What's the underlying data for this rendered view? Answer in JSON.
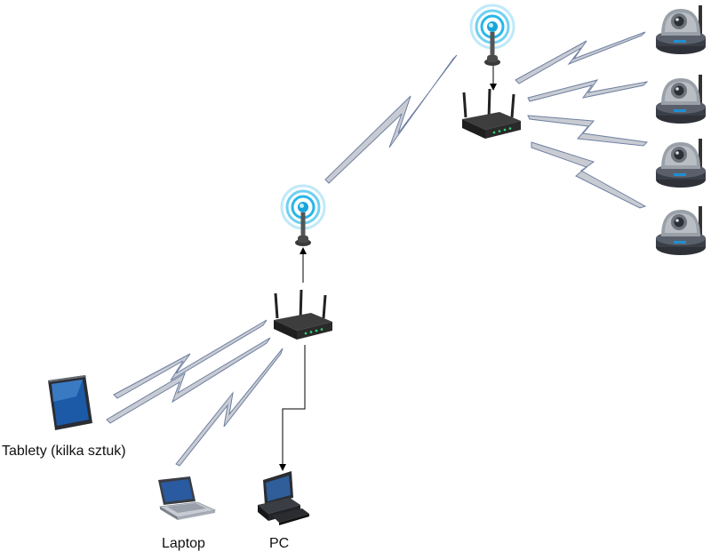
{
  "labels": {
    "tablets": "Tablety (kilka sztuk)",
    "laptop": "Laptop",
    "pc": "PC"
  },
  "colors": {
    "wireless_link": "#c8ccd2",
    "wireless_link_stroke": "#6f7fa3",
    "antenna_ring": "#29b6e8",
    "router_body": "#2b2b2b",
    "connector": "#000000"
  },
  "icons": {
    "access_point": "wifi-antenna-icon",
    "router": "wireless-router-icon",
    "camera": "ip-camera-icon",
    "tablet": "tablet-icon",
    "laptop": "laptop-icon",
    "pc": "desktop-pc-icon"
  }
}
